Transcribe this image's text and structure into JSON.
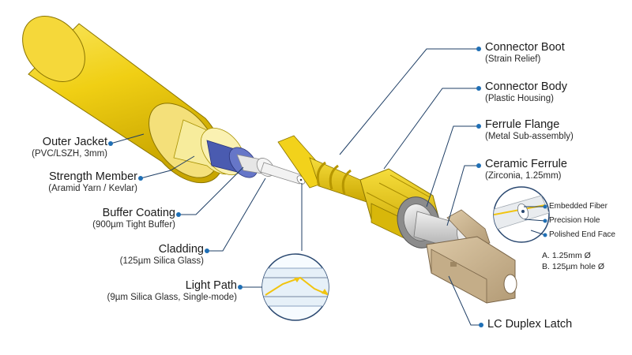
{
  "labels_left": [
    {
      "title": "Outer Jacket",
      "subtitle": "(PVC/LSZH, 3mm)"
    },
    {
      "title": "Strength Member",
      "subtitle": "(Aramid Yarn / Kevlar)"
    },
    {
      "title": "Buffer Coating",
      "subtitle": "(900µm Tight Buffer)"
    },
    {
      "title": "Cladding",
      "subtitle": "(125µm Silica Glass)"
    },
    {
      "title": "Light Path",
      "subtitle": "(9µm Silica Glass, Single-mode)"
    }
  ],
  "labels_right": [
    {
      "title": "Connector Boot",
      "subtitle": "(Strain Relief)"
    },
    {
      "title": "Connector Body",
      "subtitle": "(Plastic Housing)"
    },
    {
      "title": "Ferrule Flange",
      "subtitle": "(Metal Sub-assembly)"
    },
    {
      "title": "Ceramic Ferrule",
      "subtitle": "(Zirconia, 1.25mm)"
    }
  ],
  "latch_label": {
    "title": "LC Duplex Latch"
  },
  "inset_labels": [
    "Embedded Fiber",
    "Precision Hole",
    "Polished End Face"
  ],
  "dimensions": [
    "A. 1.25mm Ø",
    "B. 125µm hole Ø"
  ],
  "colors": {
    "jacket": "#f2d21b",
    "jacket_dark": "#c9a900",
    "aramid": "#f7ec9c",
    "buffer": "#4a5bb0",
    "connector_body": "#e9c716",
    "latch": "#cbb593",
    "leader": "#1f3f66",
    "dot": "#1f6fb5"
  }
}
